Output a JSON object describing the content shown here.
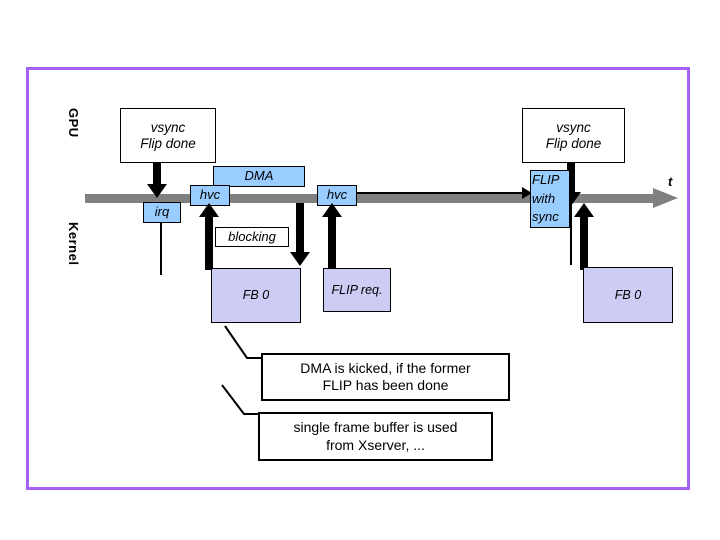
{
  "slide": {
    "title": "GPU / Kernel vsync flip timing diagram",
    "frame_color": "#a560f5",
    "axis_color": "#808080",
    "blue_color": "#99ccff",
    "lavender_color": "#ccccf5"
  },
  "axis": {
    "time_label": "t"
  },
  "lanes": {
    "gpu_label": "GPU",
    "kernel_label": "Kernel"
  },
  "gpu_events": [
    {
      "id": "vsync-left",
      "line1": "vsync",
      "line2": "Flip done"
    },
    {
      "id": "vsync-right",
      "line1": "vsync",
      "line2": "Flip done"
    }
  ],
  "axis_tags": {
    "irq": "irq",
    "hvc_1": "hvc",
    "hvc_2": "hvc",
    "dma": "DMA",
    "flip_with_sync_line1": "FLIP",
    "flip_with_sync_line2": "with",
    "flip_with_sync_line3": "sync"
  },
  "kernel_items": {
    "blocking": "blocking",
    "fb0_left": "FB 0",
    "flip_req": "FLIP req.",
    "fb0_right": "FB 0"
  },
  "callouts": [
    {
      "id": "callout-dma",
      "line1": "DMA is kicked, if the former",
      "line2": "FLIP has been done"
    },
    {
      "id": "callout-fb",
      "line1": "single frame buffer is used",
      "line2": "from Xserver, ..."
    }
  ]
}
